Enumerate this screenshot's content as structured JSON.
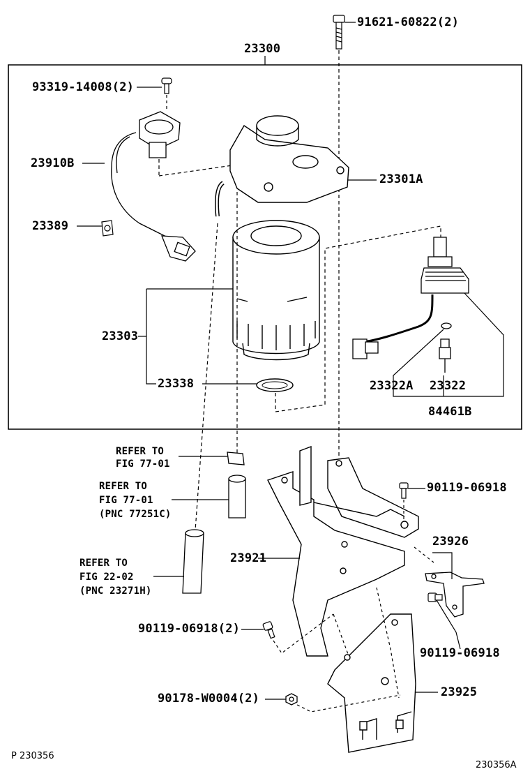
{
  "parts": {
    "bolt_top": "91621-60822(2)",
    "assy": "23300",
    "screw": "93319-14008(2)",
    "sensor": "23910B",
    "head": "23301A",
    "clamp": "23389",
    "element": "23303",
    "oring": "23338",
    "switch_a": "23322A",
    "switch": "23322",
    "switch_set": "84461B",
    "bolt_right": "90119-06918",
    "stay": "23926",
    "bracket": "23921",
    "bolt_left": "90119-06918(2)",
    "bolt_lower_right": "90119-06918",
    "plate": "23925",
    "nut": "90178-W0004(2)"
  },
  "refs": {
    "r1_line1": "REFER TO",
    "r1_line2": "FIG 77-01",
    "r2_line1": "REFER TO",
    "r2_line2": "FIG 77-01",
    "r2_line3": "(PNC 77251C)",
    "r3_line1": "REFER TO",
    "r3_line2": "FIG 22-02",
    "r3_line3": "(PNC 23271H)"
  },
  "footer": {
    "page_code": "P 230356",
    "fig_code": "230356A"
  }
}
